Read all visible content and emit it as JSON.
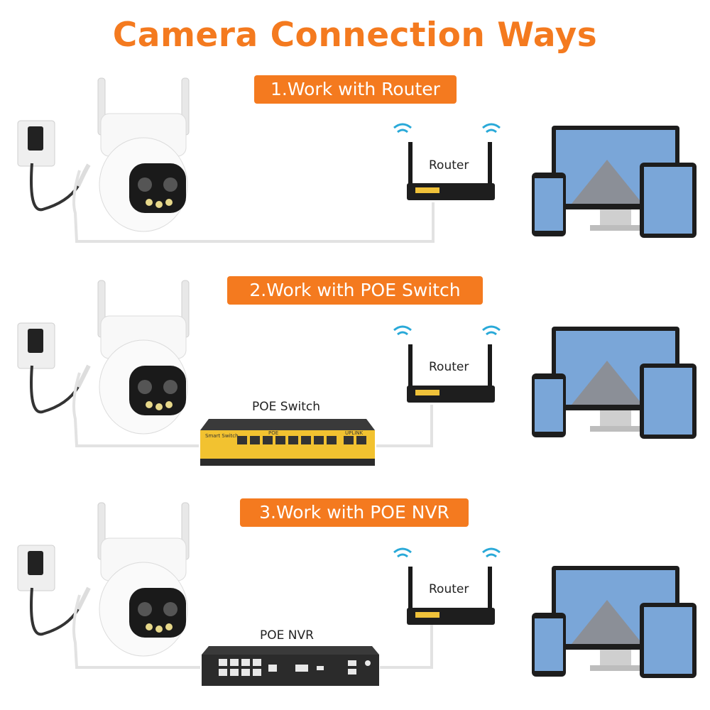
{
  "title": "Camera Connection Ways",
  "sections": [
    {
      "badge": "1.Work with Router",
      "router_label": "Router"
    },
    {
      "badge": "2.Work with POE Switch",
      "router_label": "Router",
      "device_label": "POE Switch",
      "device_text": {
        "brand": "Smart Switch",
        "poe": "POE",
        "uplink": "UPLINK"
      }
    },
    {
      "badge": "3.Work with POE NVR",
      "router_label": "Router",
      "device_label": "POE NVR"
    }
  ],
  "colors": {
    "accent": "#f47a1f",
    "switch_body": "#f2c230",
    "device_dark": "#2b2b2b"
  }
}
